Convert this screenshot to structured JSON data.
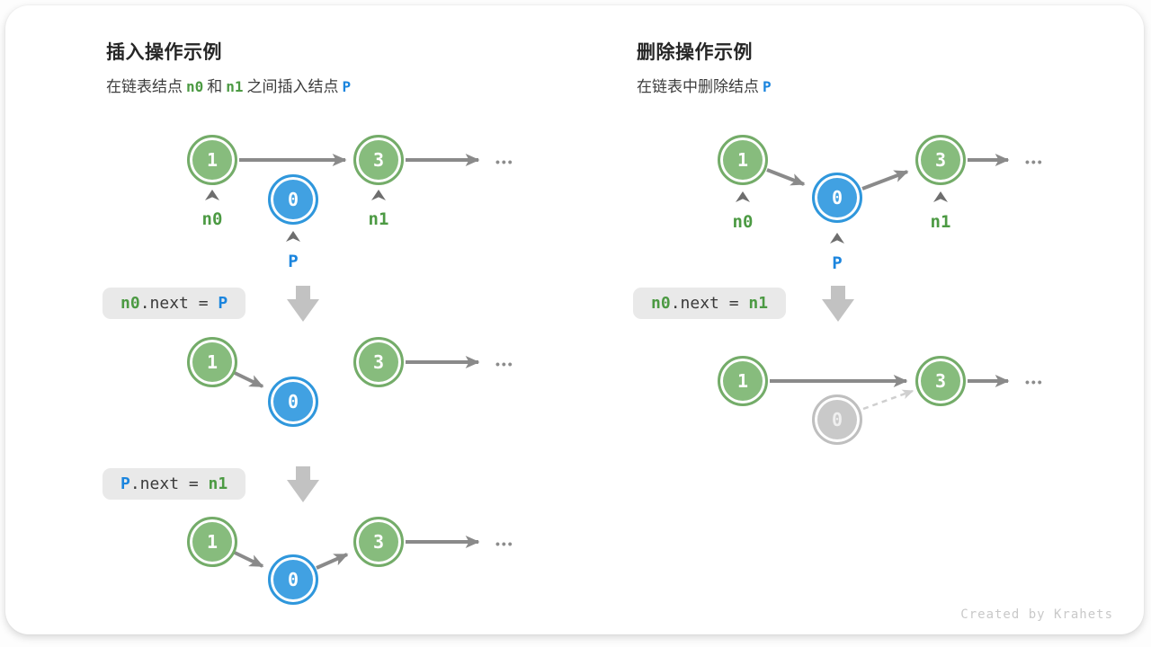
{
  "insert": {
    "title": "插入操作示例",
    "subtitle": [
      "在链表结点",
      "n0",
      "和",
      "n1",
      "之间插入结点",
      "P"
    ],
    "initial": {
      "n1_value": "1",
      "n3_value": "3",
      "p_value": "0",
      "n0_label": "n0",
      "n1_label": "n1",
      "p_label": "P"
    },
    "code1": {
      "lhs": "n0",
      "mid": ".next = ",
      "rhs": "P"
    },
    "step1": {
      "n1_value": "1",
      "p_value": "0",
      "n3_value": "3"
    },
    "code2": {
      "lhs": "P",
      "mid": ".next = ",
      "rhs": "n1"
    },
    "step2": {
      "n1_value": "1",
      "p_value": "0",
      "n3_value": "3"
    }
  },
  "delete": {
    "title": "删除操作示例",
    "subtitle": [
      "在链表中删除结点",
      "P"
    ],
    "initial": {
      "n1_value": "1",
      "p_value": "0",
      "n3_value": "3",
      "n0_label": "n0",
      "n1_label": "n1",
      "p_label": "P"
    },
    "code1": {
      "lhs": "n0",
      "mid": ".next = ",
      "rhs": "n1"
    },
    "step1": {
      "n1_value": "1",
      "n3_value": "3",
      "p_value": "0"
    }
  },
  "dots": "•••",
  "footer": "Created by Krahets",
  "colors": {
    "node_green_fill": "#87BC7D",
    "node_green_border": "#74AC69",
    "node_blue_fill": "#41A1E2",
    "node_blue_border": "#2F97DC",
    "node_gray_fill": "#C9C9C9",
    "text_green": "#4C9A43",
    "text_blue": "#1B85DE",
    "arrow_gray": "#8A8A8A",
    "arrow_light": "#CFCFCF",
    "code_bg": "#E9E9E9",
    "block_arrow": "#C2C2C2"
  }
}
